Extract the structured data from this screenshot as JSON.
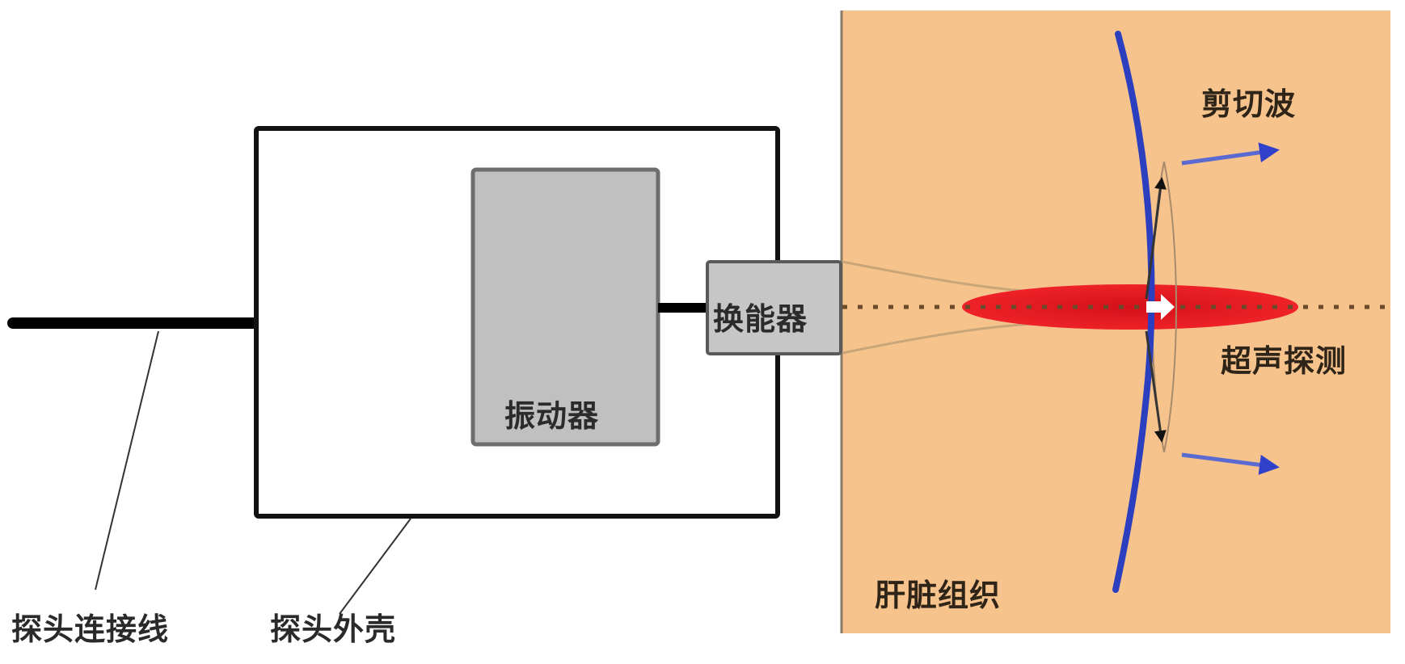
{
  "diagram": {
    "type": "schematic",
    "subject": "transient elastography probe measuring liver tissue",
    "colors": {
      "background": "#ffffff",
      "tissue": "#f7c38d",
      "tissue_border": "#8a7a66",
      "housing_stroke": "#111111",
      "component_fill": "#c0c0c0",
      "component_stroke": "#6e6e6e",
      "shear_wave_front": "#2b3fbf",
      "shear_arrow": "#3a4fcc",
      "focal_zone": "#e8141c",
      "beam_outline": "#c9a57a",
      "axis_dots": "#6b4a2a",
      "cable": "#000000"
    },
    "labels": {
      "vibrator": "振动器",
      "transducer": "换能器",
      "shear_wave": "剪切波",
      "ultrasound_detection": "超声探测",
      "liver_tissue": "肝脏组织",
      "probe_cable": "探头连接线",
      "probe_housing": "探头外壳"
    }
  }
}
